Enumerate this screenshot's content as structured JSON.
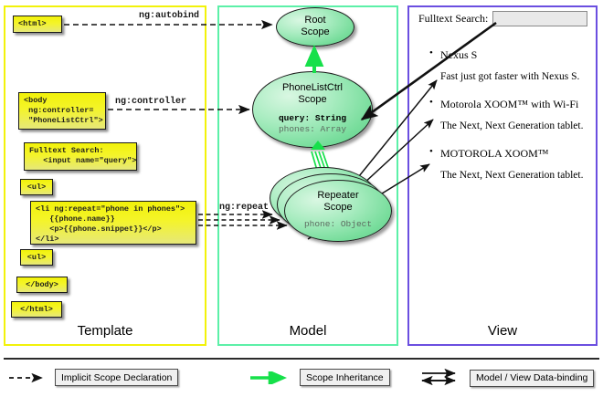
{
  "columns": [
    {
      "id": "template",
      "label": "Template",
      "border_color": "#f2f20a"
    },
    {
      "id": "model",
      "label": "Model",
      "border_color": "#5cf0a8"
    },
    {
      "id": "view",
      "label": "View",
      "border_color": "#6b4fe0"
    }
  ],
  "template": {
    "boxes": [
      {
        "id": "html-open",
        "text": "<html>"
      },
      {
        "id": "body-open",
        "text": "<body\n ng:controller=\n \"PhoneListCtrl\">"
      },
      {
        "id": "search-input",
        "text": "Fulltext Search:\n   <input name=\"query\">"
      },
      {
        "id": "ul-open",
        "text": "<ul>"
      },
      {
        "id": "li-repeat",
        "text": "<li ng:repeat=\"phone in phones\">\n   {{phone.name}}\n   <p>{{phone.snippet}}</p>\n</li>"
      },
      {
        "id": "ul-close",
        "text": "<ul>"
      },
      {
        "id": "body-close",
        "text": "</body>"
      },
      {
        "id": "html-close",
        "text": "</html>"
      }
    ]
  },
  "model": {
    "scopes": [
      {
        "id": "root-scope",
        "title": "Root\nScope",
        "props": []
      },
      {
        "id": "phonelistctrl-scope",
        "title": "PhoneListCtrl\nScope",
        "props": [
          {
            "text": "query: String",
            "emphasis": "strong"
          },
          {
            "text": "phones: Array",
            "emphasis": "dim"
          }
        ]
      },
      {
        "id": "repeater-scope",
        "title": "Repeater\nScope",
        "props": [
          {
            "text": "phone: Object",
            "emphasis": "dim"
          }
        ]
      }
    ]
  },
  "view": {
    "search_label": "Fulltext Search:",
    "search_value": "",
    "search_placeholder": "",
    "phones": [
      {
        "name": "Nexus S",
        "snippet": "Fast just got faster with Nexus S."
      },
      {
        "name": "Motorola XOOM™  with Wi-Fi",
        "snippet": "The Next, Next Generation tablet."
      },
      {
        "name": "MOTOROLA XOOM™",
        "snippet": "The Next, Next Generation tablet."
      }
    ]
  },
  "arrow_labels": {
    "autobind": "ng:autobind",
    "controller": "ng:controller",
    "repeat": "ng:repeat"
  },
  "legend": [
    {
      "id": "implicit-scope-declaration",
      "label": "Implicit Scope Declaration",
      "arrow": "dashed-black"
    },
    {
      "id": "scope-inheritance",
      "label": "Scope Inheritance",
      "arrow": "solid-green"
    },
    {
      "id": "model-view-data-binding",
      "label": "Model / View Data-binding",
      "arrow": "double-black"
    }
  ],
  "colors": {
    "template_border": "#f2f20a",
    "model_border": "#5cf0a8",
    "view_border": "#6b4fe0",
    "box_yellow": "#f2f20a",
    "scope_green": "#78dd9c",
    "inheritance_green": "#16e04a",
    "arrow_black": "#111111"
  }
}
